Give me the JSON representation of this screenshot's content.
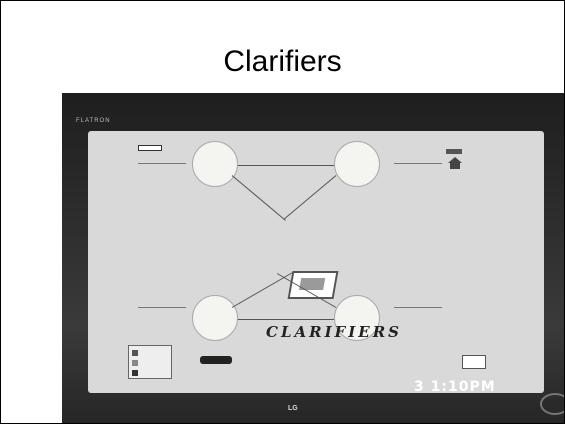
{
  "slide": {
    "title": "Clarifiers"
  },
  "photo": {
    "monitor_brand": "FLATRON",
    "monitor_logo": "LG",
    "clock": "3 1:10PM",
    "screen_title": "CLARIFIERS"
  },
  "colors": {
    "bezel": "#2e2e2e",
    "screen": "#d9d9d9",
    "slide_border": "#000000"
  }
}
